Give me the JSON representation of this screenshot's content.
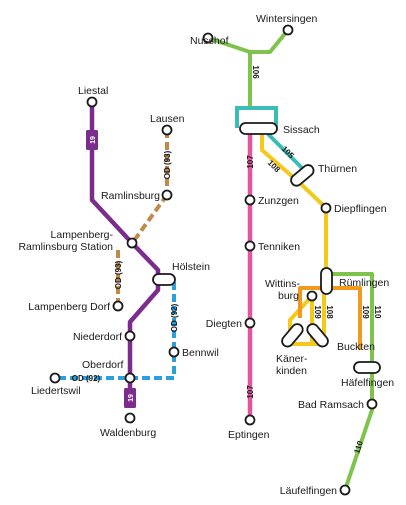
{
  "colors": {
    "line_19": "#7b2d8e",
    "line_od93": "#c08a4e",
    "line_od92": "#2ca0dc",
    "line_106": "#7fc44a",
    "line_107": "#e2569e",
    "line_105": "#3bbcb8",
    "line_108": "#f5c919",
    "line_109": "#f39a1e",
    "line_110": "#7fc44a",
    "sissach_hub": "#3bbcb8",
    "stop_fill": "#ffffff",
    "stop_stroke": "#1a1a1a"
  },
  "routes": {
    "r19": "19",
    "od93": "OD (93)",
    "od92": "OD (92)",
    "r106": "106",
    "r107": "107",
    "r105": "105",
    "r108": "108",
    "r109": "109",
    "r110": "110"
  },
  "stops": {
    "nusshof": "Nusshof",
    "wintersingen": "Wintersingen",
    "liestal": "Liestal",
    "lausen": "Lausen",
    "sissach": "Sissach",
    "ramlinsburg": "Ramlinsburg",
    "thurnen": "Thürnen",
    "zunzgen": "Zunzgen",
    "diepflingen": "Diepflingen",
    "lampenberg_station_1": "Lampenberg-",
    "lampenberg_station_2": "Ramlinsburg Station",
    "tenniken": "Tenniken",
    "holstein": "Hölstein",
    "wittinsburg_1": "Wittins-",
    "wittinsburg_2": "burg",
    "rumlingen": "Rümlingen",
    "lampenberg_dorf": "Lampenberg Dorf",
    "diegten": "Diegten",
    "niederdorf": "Niederdorf",
    "buckten": "Buckten",
    "kanerkinden_1": "Käner-",
    "kanerkinden_2": "kinden",
    "bennwil": "Bennwil",
    "oberdorf": "Oberdorf",
    "hafelfingen": "Häfelfingen",
    "liedertswil": "Liedertswil",
    "bad_ramsach": "Bad Ramsach",
    "waldenburg": "Waldenburg",
    "eptingen": "Eptingen",
    "laufelfingen": "Läufelfingen"
  }
}
